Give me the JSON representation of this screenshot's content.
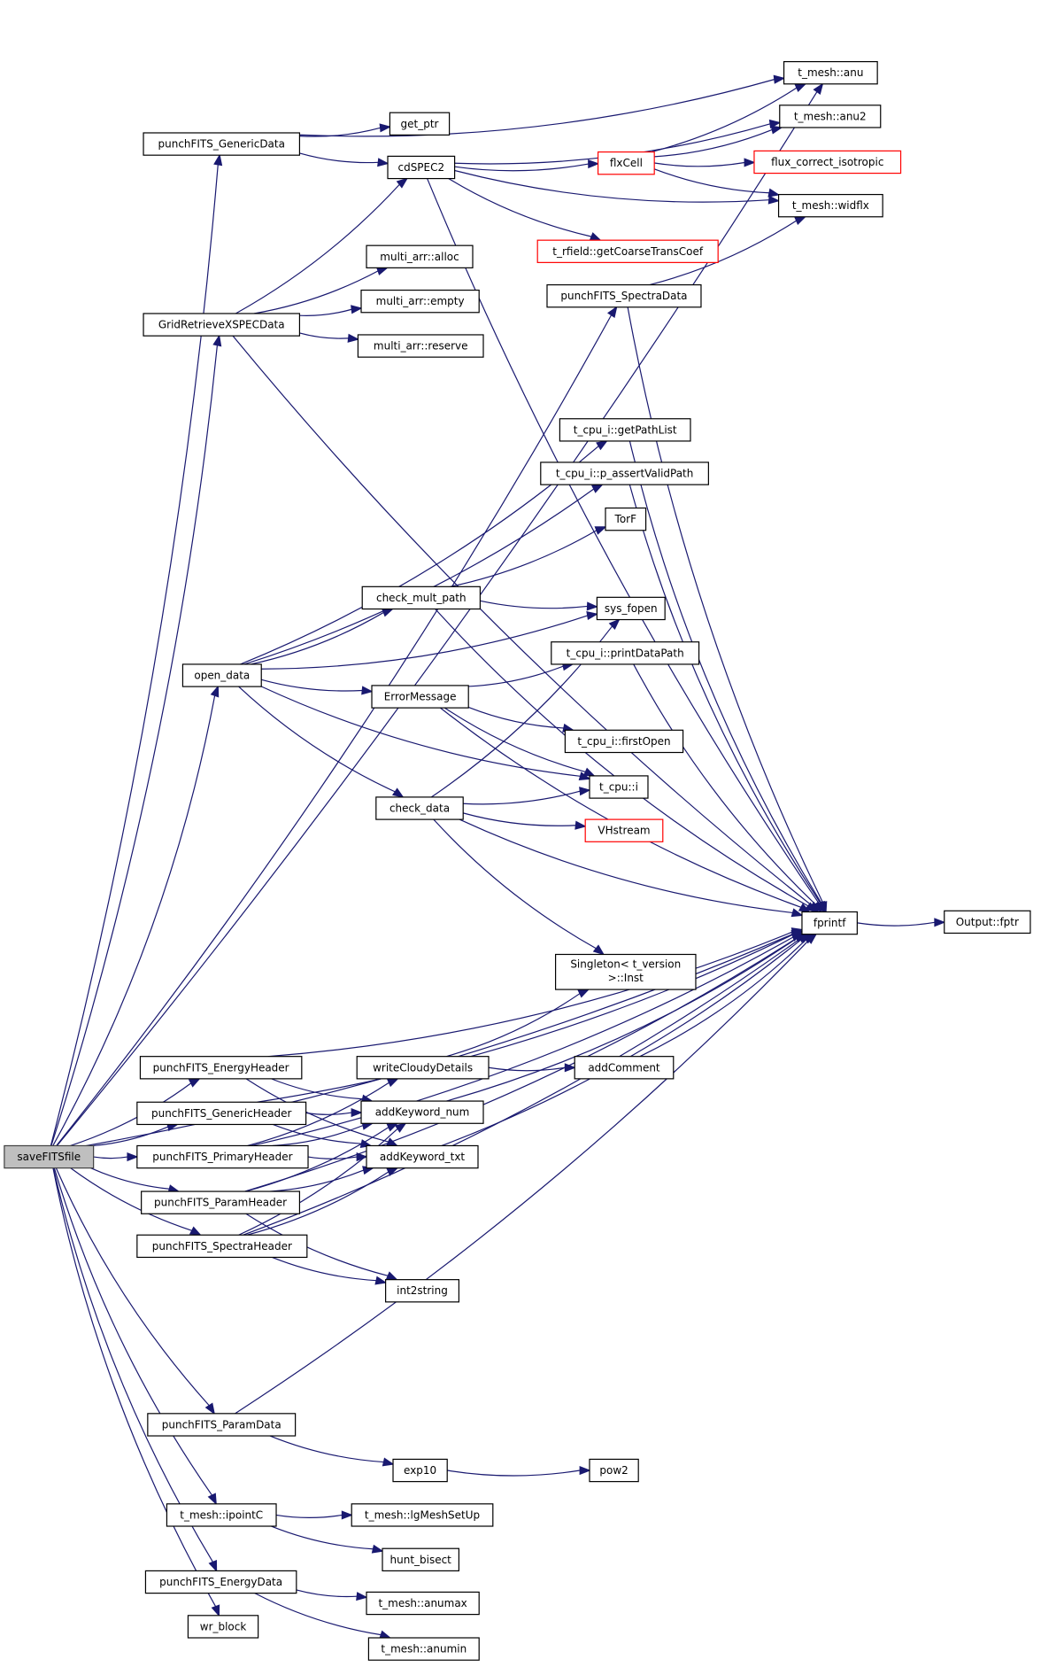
{
  "title": "saveFITSfile call graph",
  "colors": {
    "edge": "#191970",
    "node_border": "#000000",
    "root_fill": "#bfbfbf",
    "external_border": "#ff0000"
  },
  "nodes": [
    {
      "id": "saveFITSfile",
      "label": "saveFITSfile",
      "kind": "root"
    },
    {
      "id": "punchFITS_GenericData",
      "label": "punchFITS_GenericData"
    },
    {
      "id": "GridRetrieveXSPECData",
      "label": "GridRetrieveXSPECData"
    },
    {
      "id": "open_data",
      "label": "open_data"
    },
    {
      "id": "punchFITS_EnergyHeader",
      "label": "punchFITS_EnergyHeader"
    },
    {
      "id": "punchFITS_GenericHeader",
      "label": "punchFITS_GenericHeader"
    },
    {
      "id": "punchFITS_PrimaryHeader",
      "label": "punchFITS_PrimaryHeader"
    },
    {
      "id": "punchFITS_ParamHeader",
      "label": "punchFITS_ParamHeader"
    },
    {
      "id": "punchFITS_SpectraHeader",
      "label": "punchFITS_SpectraHeader"
    },
    {
      "id": "punchFITS_ParamData",
      "label": "punchFITS_ParamData"
    },
    {
      "id": "t_mesh_ipointC",
      "label": "t_mesh::ipointC"
    },
    {
      "id": "punchFITS_EnergyData",
      "label": "punchFITS_EnergyData"
    },
    {
      "id": "wr_block",
      "label": "wr_block"
    },
    {
      "id": "get_ptr",
      "label": "get_ptr"
    },
    {
      "id": "cdSPEC2",
      "label": "cdSPEC2"
    },
    {
      "id": "multi_arr_alloc",
      "label": "multi_arr::alloc"
    },
    {
      "id": "multi_arr_empty",
      "label": "multi_arr::empty"
    },
    {
      "id": "multi_arr_reserve",
      "label": "multi_arr::reserve"
    },
    {
      "id": "check_mult_path",
      "label": "check_mult_path"
    },
    {
      "id": "ErrorMessage",
      "label": "ErrorMessage"
    },
    {
      "id": "check_data",
      "label": "check_data"
    },
    {
      "id": "writeCloudyDetails",
      "label": "writeCloudyDetails"
    },
    {
      "id": "addKeyword_num",
      "label": "addKeyword_num"
    },
    {
      "id": "addKeyword_txt",
      "label": "addKeyword_txt"
    },
    {
      "id": "int2string",
      "label": "int2string"
    },
    {
      "id": "exp10",
      "label": "exp10"
    },
    {
      "id": "t_mesh_lgMeshSetUp",
      "label": "t_mesh::lgMeshSetUp"
    },
    {
      "id": "hunt_bisect",
      "label": "hunt_bisect"
    },
    {
      "id": "t_mesh_anumax",
      "label": "t_mesh::anumax"
    },
    {
      "id": "t_mesh_anumin",
      "label": "t_mesh::anumin"
    },
    {
      "id": "flxCell",
      "label": "flxCell",
      "kind": "external"
    },
    {
      "id": "t_rfield_getCoarseTransCoef",
      "label": "t_rfield::getCoarseTransCoef",
      "kind": "external"
    },
    {
      "id": "punchFITS_SpectraData",
      "label": "punchFITS_SpectraData"
    },
    {
      "id": "t_cpu_i_getPathList",
      "label": "t_cpu_i::getPathList"
    },
    {
      "id": "t_cpu_i_p_assertValidPath",
      "label": "t_cpu_i::p_assertValidPath"
    },
    {
      "id": "TorF",
      "label": "TorF"
    },
    {
      "id": "sys_fopen",
      "label": "sys_fopen"
    },
    {
      "id": "t_cpu_i_printDataPath",
      "label": "t_cpu_i::printDataPath"
    },
    {
      "id": "t_cpu_i_firstOpen",
      "label": "t_cpu_i::firstOpen"
    },
    {
      "id": "t_cpu_i",
      "label": "t_cpu::i"
    },
    {
      "id": "VHstream",
      "label": "VHstream",
      "kind": "external"
    },
    {
      "id": "Singleton_Inst",
      "label": "Singleton< t_version",
      "label2": ">::Inst"
    },
    {
      "id": "addComment",
      "label": "addComment"
    },
    {
      "id": "pow2",
      "label": "pow2"
    },
    {
      "id": "t_mesh_anu",
      "label": "t_mesh::anu"
    },
    {
      "id": "t_mesh_anu2",
      "label": "t_mesh::anu2"
    },
    {
      "id": "flux_correct_isotropic",
      "label": "flux_correct_isotropic",
      "kind": "external"
    },
    {
      "id": "t_mesh_widflx",
      "label": "t_mesh::widflx"
    },
    {
      "id": "fprintf",
      "label": "fprintf"
    },
    {
      "id": "Output_fptr",
      "label": "Output::fptr"
    }
  ],
  "edges": [
    [
      "saveFITSfile",
      "t_mesh_anu"
    ],
    [
      "saveFITSfile",
      "punchFITS_GenericData"
    ],
    [
      "saveFITSfile",
      "punchFITS_SpectraData"
    ],
    [
      "saveFITSfile",
      "GridRetrieveXSPECData"
    ],
    [
      "saveFITSfile",
      "open_data"
    ],
    [
      "saveFITSfile",
      "fprintf"
    ],
    [
      "saveFITSfile",
      "punchFITS_EnergyHeader"
    ],
    [
      "saveFITSfile",
      "punchFITS_GenericHeader"
    ],
    [
      "saveFITSfile",
      "punchFITS_PrimaryHeader"
    ],
    [
      "saveFITSfile",
      "punchFITS_ParamHeader"
    ],
    [
      "saveFITSfile",
      "punchFITS_SpectraHeader"
    ],
    [
      "saveFITSfile",
      "punchFITS_ParamData"
    ],
    [
      "saveFITSfile",
      "t_mesh_ipointC"
    ],
    [
      "saveFITSfile",
      "punchFITS_EnergyData"
    ],
    [
      "saveFITSfile",
      "wr_block"
    ],
    [
      "punchFITS_GenericData",
      "t_mesh_anu"
    ],
    [
      "punchFITS_GenericData",
      "get_ptr"
    ],
    [
      "punchFITS_GenericData",
      "cdSPEC2"
    ],
    [
      "GridRetrieveXSPECData",
      "cdSPEC2"
    ],
    [
      "GridRetrieveXSPECData",
      "multi_arr_alloc"
    ],
    [
      "GridRetrieveXSPECData",
      "multi_arr_empty"
    ],
    [
      "GridRetrieveXSPECData",
      "multi_arr_reserve"
    ],
    [
      "GridRetrieveXSPECData",
      "fprintf"
    ],
    [
      "cdSPEC2",
      "t_mesh_anu2"
    ],
    [
      "cdSPEC2",
      "flxCell"
    ],
    [
      "cdSPEC2",
      "t_mesh_widflx"
    ],
    [
      "cdSPEC2",
      "t_rfield_getCoarseTransCoef"
    ],
    [
      "cdSPEC2",
      "fprintf"
    ],
    [
      "flxCell",
      "t_mesh_anu"
    ],
    [
      "flxCell",
      "t_mesh_anu2"
    ],
    [
      "flxCell",
      "flux_correct_isotropic"
    ],
    [
      "flxCell",
      "t_mesh_widflx"
    ],
    [
      "punchFITS_SpectraData",
      "t_mesh_widflx"
    ],
    [
      "punchFITS_SpectraData",
      "fprintf"
    ],
    [
      "open_data",
      "t_cpu_i_getPathList"
    ],
    [
      "open_data",
      "t_cpu_i_p_assertValidPath"
    ],
    [
      "open_data",
      "check_mult_path"
    ],
    [
      "open_data",
      "sys_fopen"
    ],
    [
      "open_data",
      "ErrorMessage"
    ],
    [
      "open_data",
      "t_cpu_i"
    ],
    [
      "open_data",
      "check_data"
    ],
    [
      "t_cpu_i_getPathList",
      "fprintf"
    ],
    [
      "t_cpu_i_p_assertValidPath",
      "fprintf"
    ],
    [
      "check_mult_path",
      "TorF"
    ],
    [
      "check_mult_path",
      "sys_fopen"
    ],
    [
      "check_mult_path",
      "fprintf"
    ],
    [
      "ErrorMessage",
      "t_cpu_i_printDataPath"
    ],
    [
      "ErrorMessage",
      "fprintf"
    ],
    [
      "ErrorMessage",
      "t_cpu_i_firstOpen"
    ],
    [
      "ErrorMessage",
      "t_cpu_i"
    ],
    [
      "t_cpu_i_printDataPath",
      "fprintf"
    ],
    [
      "check_data",
      "sys_fopen"
    ],
    [
      "check_data",
      "t_cpu_i"
    ],
    [
      "check_data",
      "VHstream"
    ],
    [
      "check_data",
      "fprintf"
    ],
    [
      "check_data",
      "Singleton_Inst"
    ],
    [
      "punchFITS_EnergyHeader",
      "fprintf"
    ],
    [
      "punchFITS_EnergyHeader",
      "addKeyword_num"
    ],
    [
      "punchFITS_EnergyHeader",
      "addKeyword_txt"
    ],
    [
      "punchFITS_GenericHeader",
      "fprintf"
    ],
    [
      "punchFITS_GenericHeader",
      "addKeyword_num"
    ],
    [
      "punchFITS_GenericHeader",
      "addKeyword_txt"
    ],
    [
      "punchFITS_PrimaryHeader",
      "writeCloudyDetails"
    ],
    [
      "punchFITS_PrimaryHeader",
      "addKeyword_num"
    ],
    [
      "punchFITS_PrimaryHeader",
      "addKeyword_txt"
    ],
    [
      "punchFITS_PrimaryHeader",
      "fprintf"
    ],
    [
      "punchFITS_ParamHeader",
      "addKeyword_num"
    ],
    [
      "punchFITS_ParamHeader",
      "addKeyword_txt"
    ],
    [
      "punchFITS_ParamHeader",
      "fprintf"
    ],
    [
      "punchFITS_ParamHeader",
      "int2string"
    ],
    [
      "punchFITS_SpectraHeader",
      "addKeyword_num"
    ],
    [
      "punchFITS_SpectraHeader",
      "addKeyword_txt"
    ],
    [
      "punchFITS_SpectraHeader",
      "int2string"
    ],
    [
      "punchFITS_SpectraHeader",
      "fprintf"
    ],
    [
      "writeCloudyDetails",
      "Singleton_Inst"
    ],
    [
      "writeCloudyDetails",
      "addComment"
    ],
    [
      "addComment",
      "fprintf"
    ],
    [
      "addKeyword_num",
      "fprintf"
    ],
    [
      "addKeyword_txt",
      "fprintf"
    ],
    [
      "fprintf",
      "Output_fptr"
    ],
    [
      "punchFITS_ParamData",
      "fprintf"
    ],
    [
      "punchFITS_ParamData",
      "exp10"
    ],
    [
      "exp10",
      "pow2"
    ],
    [
      "t_mesh_ipointC",
      "t_mesh_lgMeshSetUp"
    ],
    [
      "t_mesh_ipointC",
      "hunt_bisect"
    ],
    [
      "punchFITS_EnergyData",
      "t_mesh_anumax"
    ],
    [
      "punchFITS_EnergyData",
      "t_mesh_anumin"
    ]
  ]
}
